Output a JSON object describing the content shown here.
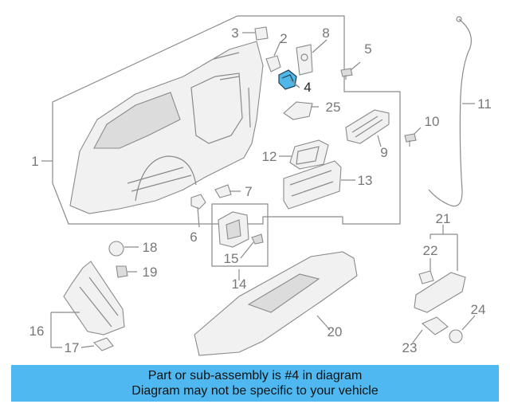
{
  "callouts": [
    "1",
    "2",
    "3",
    "4",
    "5",
    "6",
    "7",
    "8",
    "9",
    "10",
    "11",
    "12",
    "13",
    "14",
    "15",
    "16",
    "17",
    "18",
    "19",
    "20",
    "21",
    "22",
    "23",
    "24",
    "25"
  ],
  "highlighted_part": "4",
  "banner": {
    "line1": "Part or sub-assembly is #4 in diagram",
    "line2": "Diagram may not be specific to your vehicle"
  },
  "colors": {
    "banner_background": "#4fb8f0",
    "highlight": "#4fb8e8",
    "line": "#8a8a8a"
  }
}
